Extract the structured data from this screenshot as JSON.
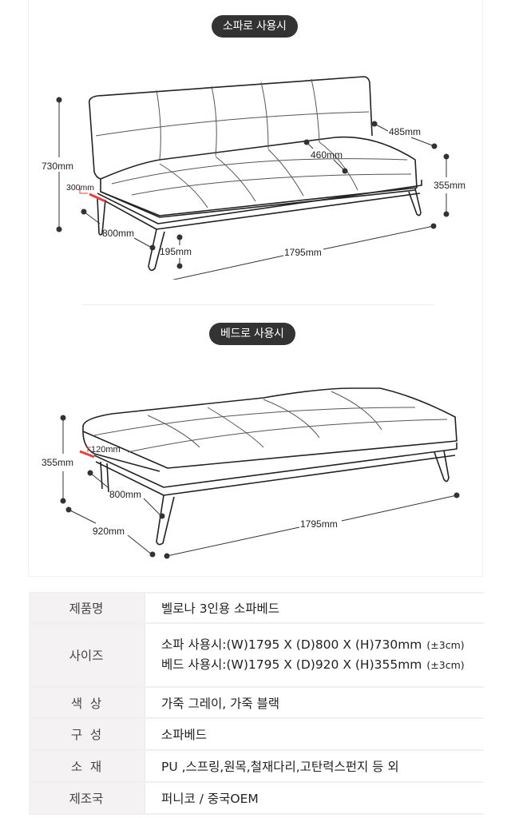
{
  "sections": {
    "sofa_mode": {
      "label": "소파로 사용시",
      "dimensions": {
        "height_total": "730mm",
        "armrest": "300mm",
        "depth": "800mm",
        "leg_height": "195mm",
        "width": "1795mm",
        "back_depth": "485mm",
        "seat_depth": "460mm",
        "seat_height": "355mm"
      }
    },
    "bed_mode": {
      "label": "베드로 사용시",
      "dimensions": {
        "height": "355mm",
        "mattress_thickness": "120mm",
        "frame_depth": "800mm",
        "depth": "920mm",
        "width": "1795mm"
      }
    }
  },
  "accent_color": "#e8413f",
  "spec_table": {
    "rows": [
      {
        "label": "제품명",
        "value": "벨로나 3인용 소파베드"
      },
      {
        "label": "사이즈",
        "lines": [
          {
            "text": "소파 사용시:(W)1795 X (D)800 X (H)730mm",
            "note": "(±3cm)"
          },
          {
            "text": "베드 사용시:(W)1795 X (D)920 X (H)355mm",
            "note": "(±3cm)"
          }
        ]
      },
      {
        "label": "색  상",
        "value": "가죽 그레이, 가죽 블랙"
      },
      {
        "label": "구  성",
        "value": "소파베드"
      },
      {
        "label": "소  재",
        "value": "PU ,스프링,원목,철재다리,고탄력스펀지 등 외"
      },
      {
        "label": "제조국",
        "value": "퍼니코 / 중국OEM"
      }
    ]
  }
}
